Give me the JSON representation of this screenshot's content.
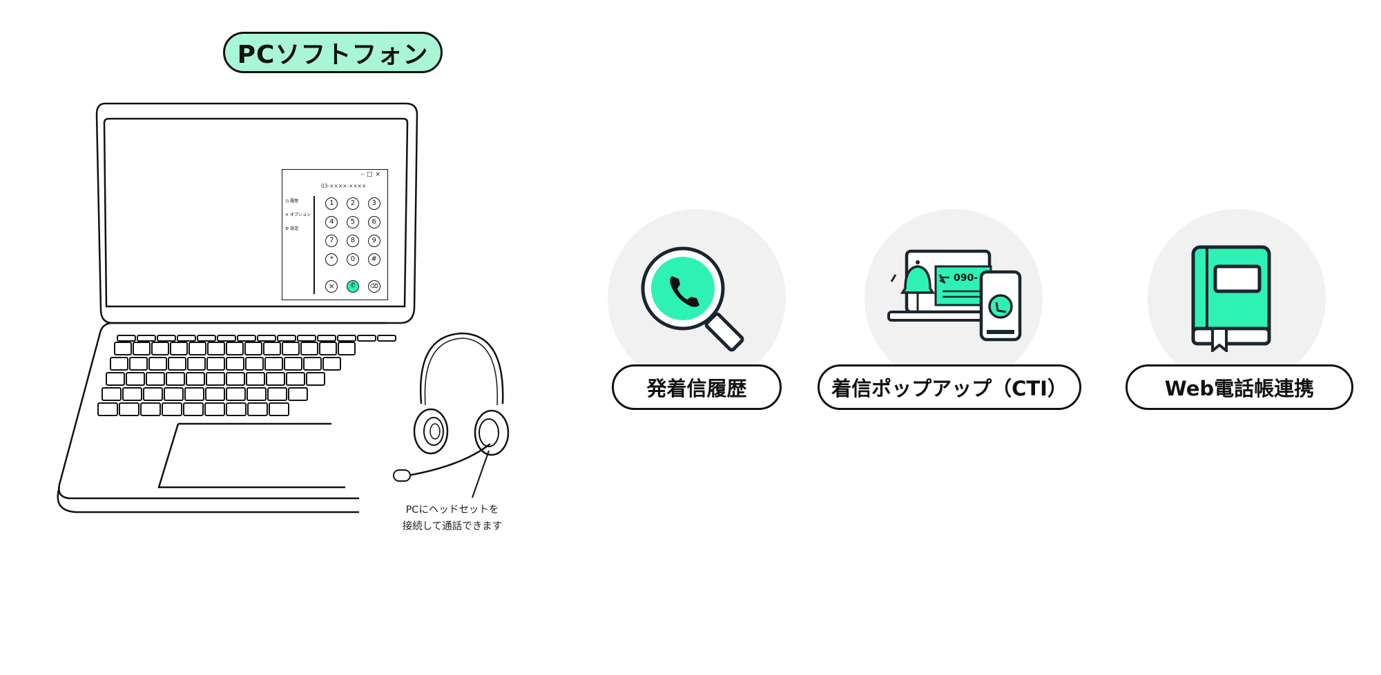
{
  "title": "PCソフトフォン",
  "softphone": {
    "number": "03-××××-××××",
    "menu": [
      "履歴",
      "オプション",
      "設定"
    ],
    "keys": [
      "1",
      "2",
      "3",
      "4",
      "5",
      "6",
      "7",
      "8",
      "9",
      "*",
      "0",
      "#"
    ]
  },
  "headset_caption": [
    "PCにヘッドセットを",
    "接続して通話できます"
  ],
  "features": [
    {
      "label": "発着信履歴",
      "icon": "phone-search-icon"
    },
    {
      "label": "着信ポップアップ（CTI）",
      "icon": "incoming-popup-icon"
    },
    {
      "label": "Web電話帳連携",
      "icon": "phonebook-icon"
    }
  ],
  "cti_number": "090-",
  "colors": {
    "accent": "#2ef2b4",
    "accent_light": "#a8f5d8",
    "circle": "#f1f1f1",
    "ink": "#111111"
  }
}
